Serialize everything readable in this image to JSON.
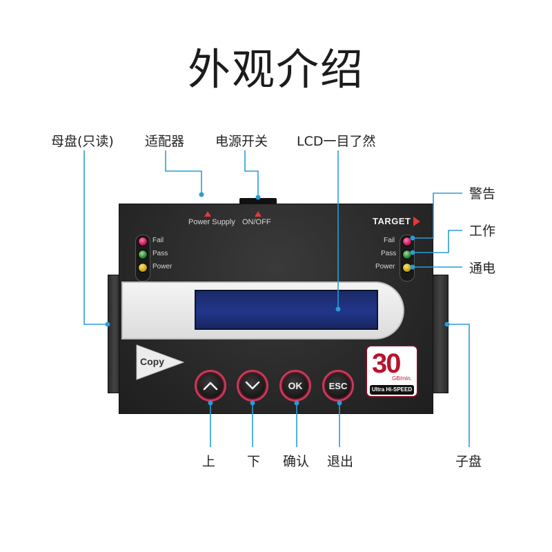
{
  "title": "外观介绍",
  "callouts": {
    "master_disk": "母盘(只读)",
    "adapter": "适配器",
    "power_switch": "电源开关",
    "lcd": "LCD一目了然",
    "warning": "警告",
    "working": "工作",
    "powered": "通电",
    "up": "上",
    "down": "下",
    "confirm": "确认",
    "exit": "退出",
    "child_disk": "子盘"
  },
  "device": {
    "power_supply_label": "Power Supply",
    "on_off_label": "ON/OFF",
    "target_label": "TARGET",
    "left_leds": [
      "Fail",
      "Pass",
      "Power"
    ],
    "right_leds": [
      "Fail",
      "Pass",
      "Power"
    ],
    "copy_label": "Copy",
    "buttons": {
      "ok": "OK",
      "esc": "ESC"
    },
    "badge": {
      "number": "30",
      "unit": "GB/min.",
      "tagline": "Ultra Hi-SPEED"
    }
  },
  "colors": {
    "led_fail": "#c2185b",
    "led_pass": "#2e7d32",
    "led_power": "#c8a415",
    "leader_line": "#2a9bd6",
    "accent_red": "#e53935",
    "button_ring": "#c9395a"
  },
  "icons": {
    "up_button": "chevron-up-icon",
    "down_button": "chevron-down-icon",
    "target_marker": "triangle-right-icon",
    "label_marker": "triangle-up-icon"
  }
}
